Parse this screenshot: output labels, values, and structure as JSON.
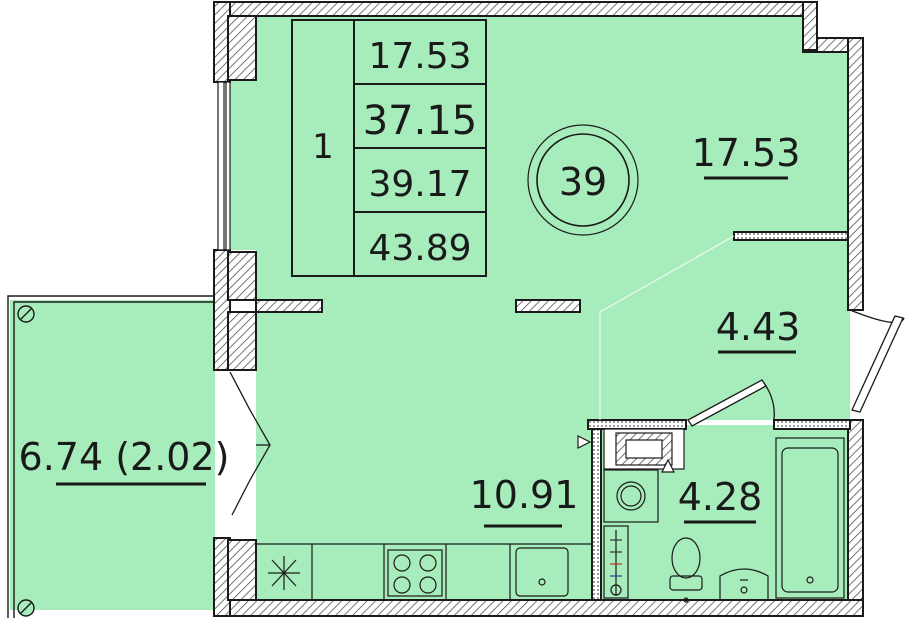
{
  "plan": {
    "apartment_number": "39",
    "rooms_count": "1",
    "area_table": [
      "17.53",
      "37.15",
      "39.17",
      "43.89"
    ],
    "rooms": {
      "living": "17.53",
      "hallway": "4.43",
      "kitchen": "10.91",
      "bathroom": "4.28",
      "balcony": "6.74 (2.02)"
    },
    "colors": {
      "room_fill": "#a7ecbb",
      "wall": "#1a1a1a",
      "hatch": "#777777"
    }
  }
}
